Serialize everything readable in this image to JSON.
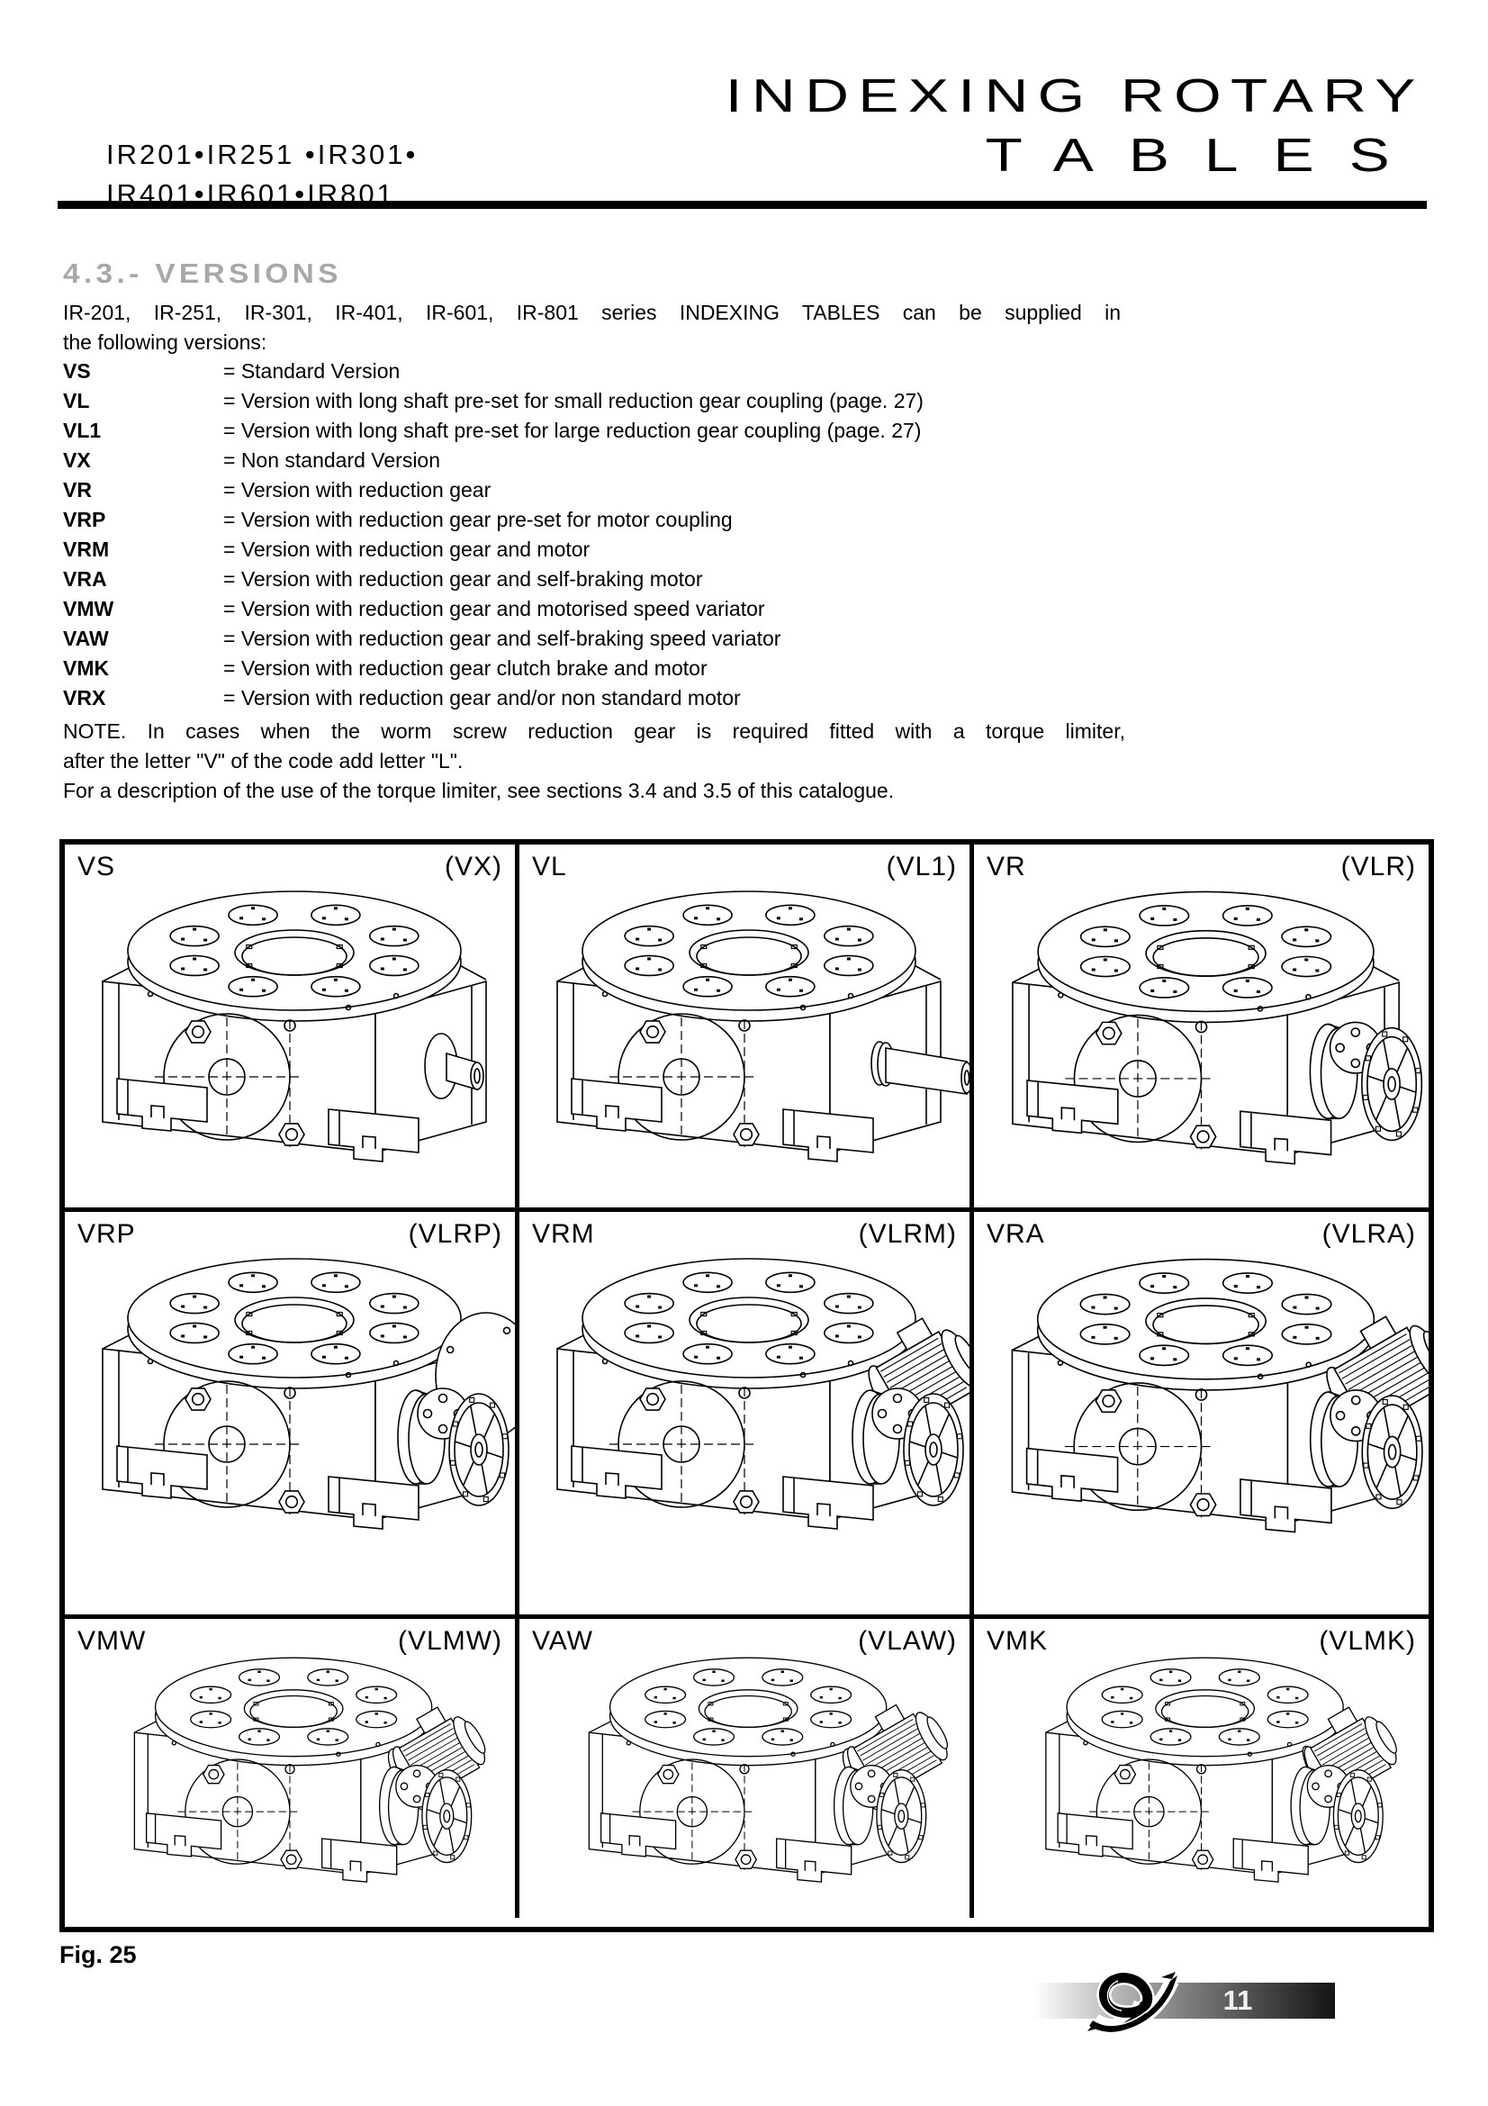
{
  "header": {
    "models_line1": "IR201•IR251 •IR301•",
    "models_line2": "IR401•IR601•IR801",
    "title_line1": "INDEXING ROTARY",
    "title_line2": "TABLES"
  },
  "section": {
    "heading": "4.3.- VERSIONS",
    "intro_line1": "IR-201, IR-251, IR-301, IR-401, IR-601, IR-801 series INDEXING TABLES can be supplied in",
    "intro_line2": "the following versions:",
    "versions": [
      {
        "code": "VS",
        "desc": "= Standard Version"
      },
      {
        "code": "VL",
        "desc": "= Version with long shaft pre-set for small reduction gear coupling (page. 27)"
      },
      {
        "code": "VL1",
        "desc": "= Version with long shaft pre-set for large reduction gear coupling (page. 27)"
      },
      {
        "code": "VX",
        "desc": "= Non standard Version"
      },
      {
        "code": "VR",
        "desc": "= Version with reduction gear"
      },
      {
        "code": "VRP",
        "desc": "= Version with reduction gear pre-set for motor coupling"
      },
      {
        "code": "VRM",
        "desc": "= Version with reduction gear and motor"
      },
      {
        "code": "VRA",
        "desc": "= Version with reduction gear and self-braking motor"
      },
      {
        "code": "VMW",
        "desc": "= Version with reduction gear and motorised speed variator"
      },
      {
        "code": "VAW",
        "desc": "= Version with reduction gear and self-braking speed variator"
      },
      {
        "code": "VMK",
        "desc": "= Version with reduction gear clutch brake and motor"
      },
      {
        "code": "VRX",
        "desc": "= Version with reduction gear and/or non standard motor"
      }
    ],
    "note_line1": "NOTE. In cases when the worm screw reduction gear is required fitted with a torque limiter,",
    "note_line2": "after the letter \"V\" of the code add letter \"L\".",
    "note_line3": "For a description of the use of the torque limiter, see sections 3.4 and 3.5 of this catalogue."
  },
  "figure": {
    "caption": "Fig. 25",
    "cells": [
      {
        "label": "VS",
        "alt_label": "(VX)",
        "variant": "shaft-stub"
      },
      {
        "label": "VL",
        "alt_label": "(VL1)",
        "variant": "shaft-long"
      },
      {
        "label": "VR",
        "alt_label": "(VLR)",
        "variant": "gear"
      },
      {
        "label": "VRP",
        "alt_label": "(VLRP)",
        "variant": "gear-flange"
      },
      {
        "label": "VRM",
        "alt_label": "(VLRM)",
        "variant": "gear-motor"
      },
      {
        "label": "VRA",
        "alt_label": "(VLRA)",
        "variant": "gear-motor-brake"
      },
      {
        "label": "VMW",
        "alt_label": "(VLMW)",
        "variant": "gear-motor-variator"
      },
      {
        "label": "VAW",
        "alt_label": "(VLAW)",
        "variant": "gear-motor-variator-brake"
      },
      {
        "label": "VMK",
        "alt_label": "(VLMK)",
        "variant": "gear-motor-clutch"
      }
    ]
  },
  "footer": {
    "page_number": "11",
    "logo": "knot-ribbon-logo"
  },
  "colors": {
    "heading_gray": "#a8a8a8",
    "line_black": "#000000",
    "footer_gradient_start": "#ffffff",
    "footer_gradient_mid": "#8a8a8a",
    "footer_gradient_end": "#141414"
  }
}
